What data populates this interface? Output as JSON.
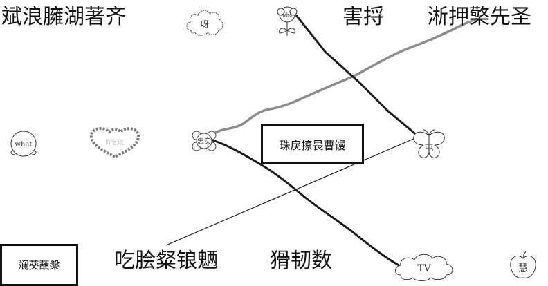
{
  "top_labels": {
    "left": "斌浪臃湖著齐",
    "middle": "害捋",
    "right": "淅押檠先圣"
  },
  "boxes": {
    "center": "珠戾擦畏曹馒",
    "bottom_left": "斓葵蘸槃"
  },
  "bottom_labels": {
    "left": "吃脍粲锒魉",
    "middle": "猾韧数"
  },
  "icons": {
    "cloud_top": "呀",
    "flower_top": "who",
    "peach": "what",
    "heart": "吖乞吃",
    "flower_mid": "忠实",
    "butterfly": "屯",
    "cloud_bottom": "TV",
    "apple": "慧"
  },
  "colors": {
    "line_dark": "#1a1a1a",
    "line_gray": "#8c8c8c",
    "heart_gray": "#7a7a7a"
  }
}
